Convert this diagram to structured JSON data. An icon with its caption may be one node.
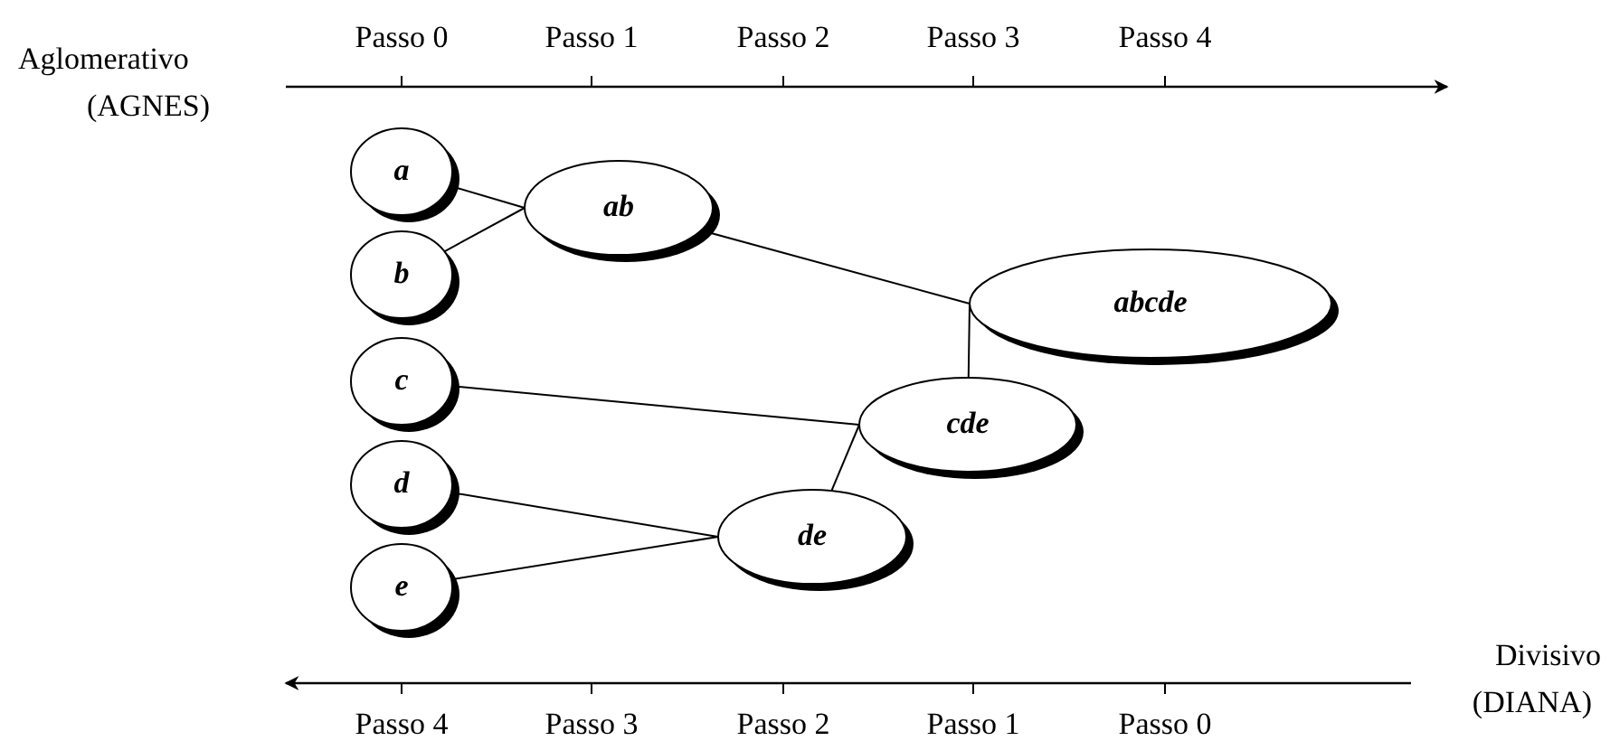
{
  "diagram": {
    "nodes": [
      {
        "text": [
          "a"
        ]
      },
      {
        "text": [
          "b"
        ]
      },
      {
        "text": [
          "c"
        ]
      },
      {
        "text": [
          "d"
        ]
      },
      {
        "text": [
          "e"
        ]
      },
      {
        "text": [
          "ab"
        ]
      },
      {
        "text": [
          "abcde"
        ]
      },
      {
        "text": [
          "cde"
        ]
      },
      {
        "text": [
          "de"
        ]
      }
    ],
    "edges": [
      {
        "from": 0,
        "to": 5,
        "arrow": "none"
      },
      {
        "from": 1,
        "to": 5,
        "arrow": "none"
      },
      {
        "from": 5,
        "to": 6,
        "arrow": "none"
      },
      {
        "from": 7,
        "to": 6,
        "arrow": "none"
      },
      {
        "from": 2,
        "to": 7,
        "arrow": "none"
      },
      {
        "from": 8,
        "to": 7,
        "arrow": "none"
      },
      {
        "from": 3,
        "to": 8,
        "arrow": "none"
      },
      {
        "from": 4,
        "to": 8,
        "arrow": "none"
      }
    ],
    "labels": [
      "Aglomerativo",
      "(AGNES)",
      "Passo 0",
      "Passo 1",
      "Passo 2",
      "Passo 3",
      "Passo 4",
      "Divisivo",
      "(DIANA)",
      "Passo 4",
      "Passo 3",
      "Passo 2",
      "Passo 1",
      "Passo 0"
    ]
  }
}
